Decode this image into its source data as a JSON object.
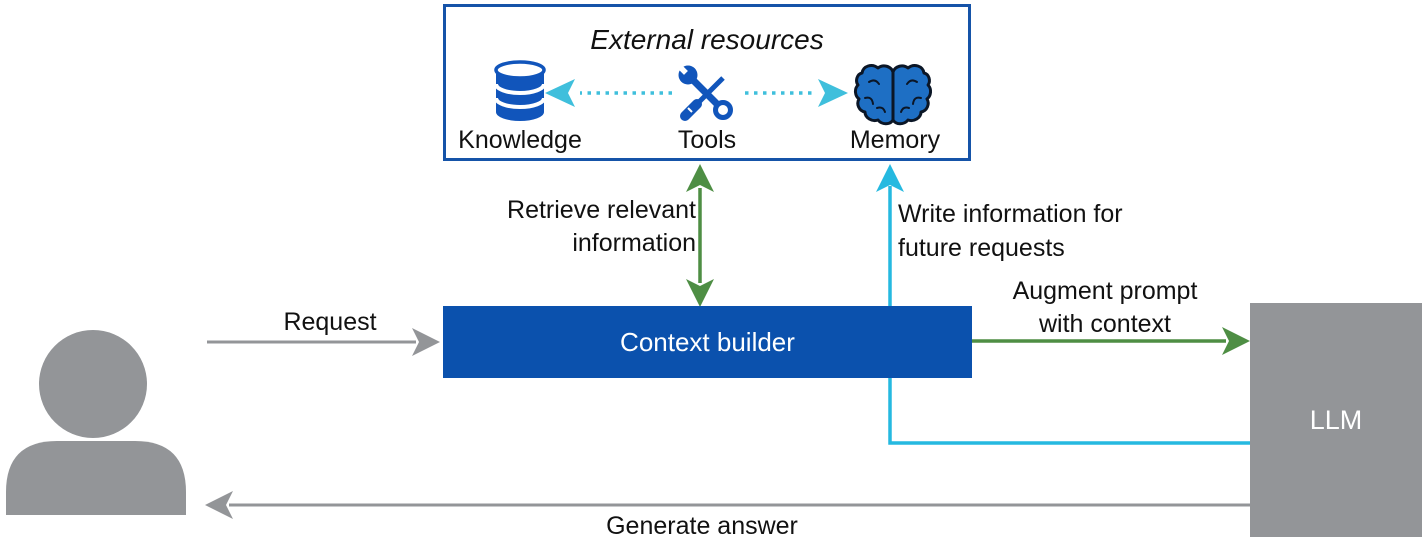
{
  "colors": {
    "blue": "#0B51AD",
    "box-border": "#1553A8",
    "icon-blue": "#1155BB",
    "cyan": "#25B9E0",
    "cyan-dot": "#3FBFDC",
    "green": "#4E8E44",
    "gray": "#939598",
    "text": "#111111",
    "brain-fill": "#1E6FC4",
    "brain-outline": "#0B1626"
  },
  "external_resources": {
    "title": "External resources",
    "items": [
      {
        "label": "Knowledge",
        "icon": "database-icon"
      },
      {
        "label": "Tools",
        "icon": "tools-icon"
      },
      {
        "label": "Memory",
        "icon": "brain-icon"
      }
    ]
  },
  "nodes": {
    "context_builder": "Context builder",
    "llm": "LLM",
    "actor": "user-icon"
  },
  "edges": {
    "request": "Request",
    "retrieve": "Retrieve relevant\ninformation",
    "write": "Write information for\nfuture requests",
    "augment": "Augment prompt\nwith context",
    "generate": "Generate answer"
  }
}
